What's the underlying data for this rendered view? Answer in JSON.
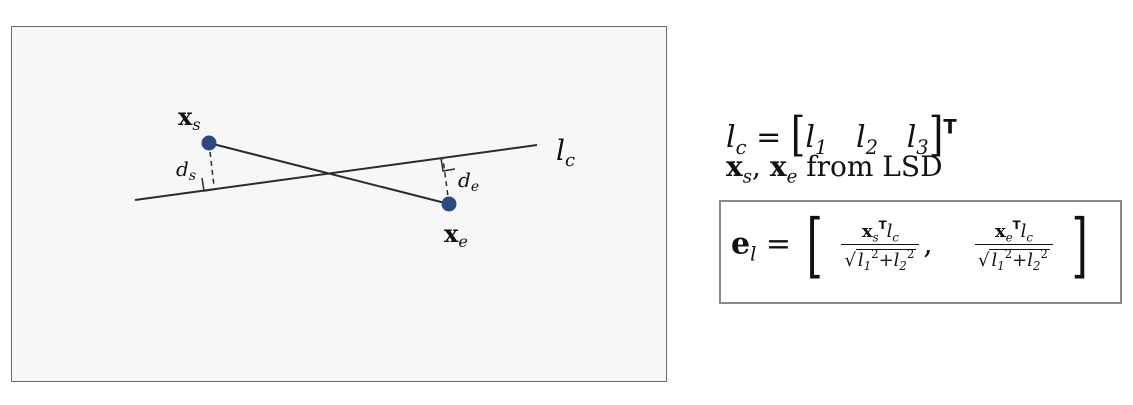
{
  "diagram": {
    "labels": {
      "point_s": "x",
      "point_s_sub": "s",
      "point_e": "x",
      "point_e_sub": "e",
      "line_label": "l",
      "line_label_sub": "c",
      "dist_s": "d",
      "dist_s_sub": "s",
      "dist_e": "d",
      "dist_e_sub": "e"
    },
    "colors": {
      "point_fill": "#2c4a80",
      "line": "#2b2b2b",
      "panel_bg": "#f7f7f7",
      "panel_border": "#6b6b6b"
    }
  },
  "equations": {
    "line_def": {
      "lhs": "l",
      "lhs_sub": "c",
      "equals": "=",
      "elements": [
        {
          "base": "l",
          "sub": "1"
        },
        {
          "base": "l",
          "sub": "2"
        },
        {
          "base": "l",
          "sub": "3"
        }
      ],
      "transpose": "T"
    },
    "endpoints": {
      "x": "x",
      "s": "s",
      "comma": ",",
      "e": "e",
      "text": "from LSD"
    },
    "error": {
      "lhs": "e",
      "lhs_sub": "l",
      "equals": "=",
      "num_1": "x",
      "num_1_sub": "s",
      "num_2": "x",
      "num_2_sub": "e",
      "transpose": "T",
      "num_l": "l",
      "num_l_sub": "c",
      "den": "l",
      "den_1_sub": "1",
      "den_2_sub": "2",
      "den_sup": "2",
      "plus": "+",
      "comma": ","
    }
  }
}
